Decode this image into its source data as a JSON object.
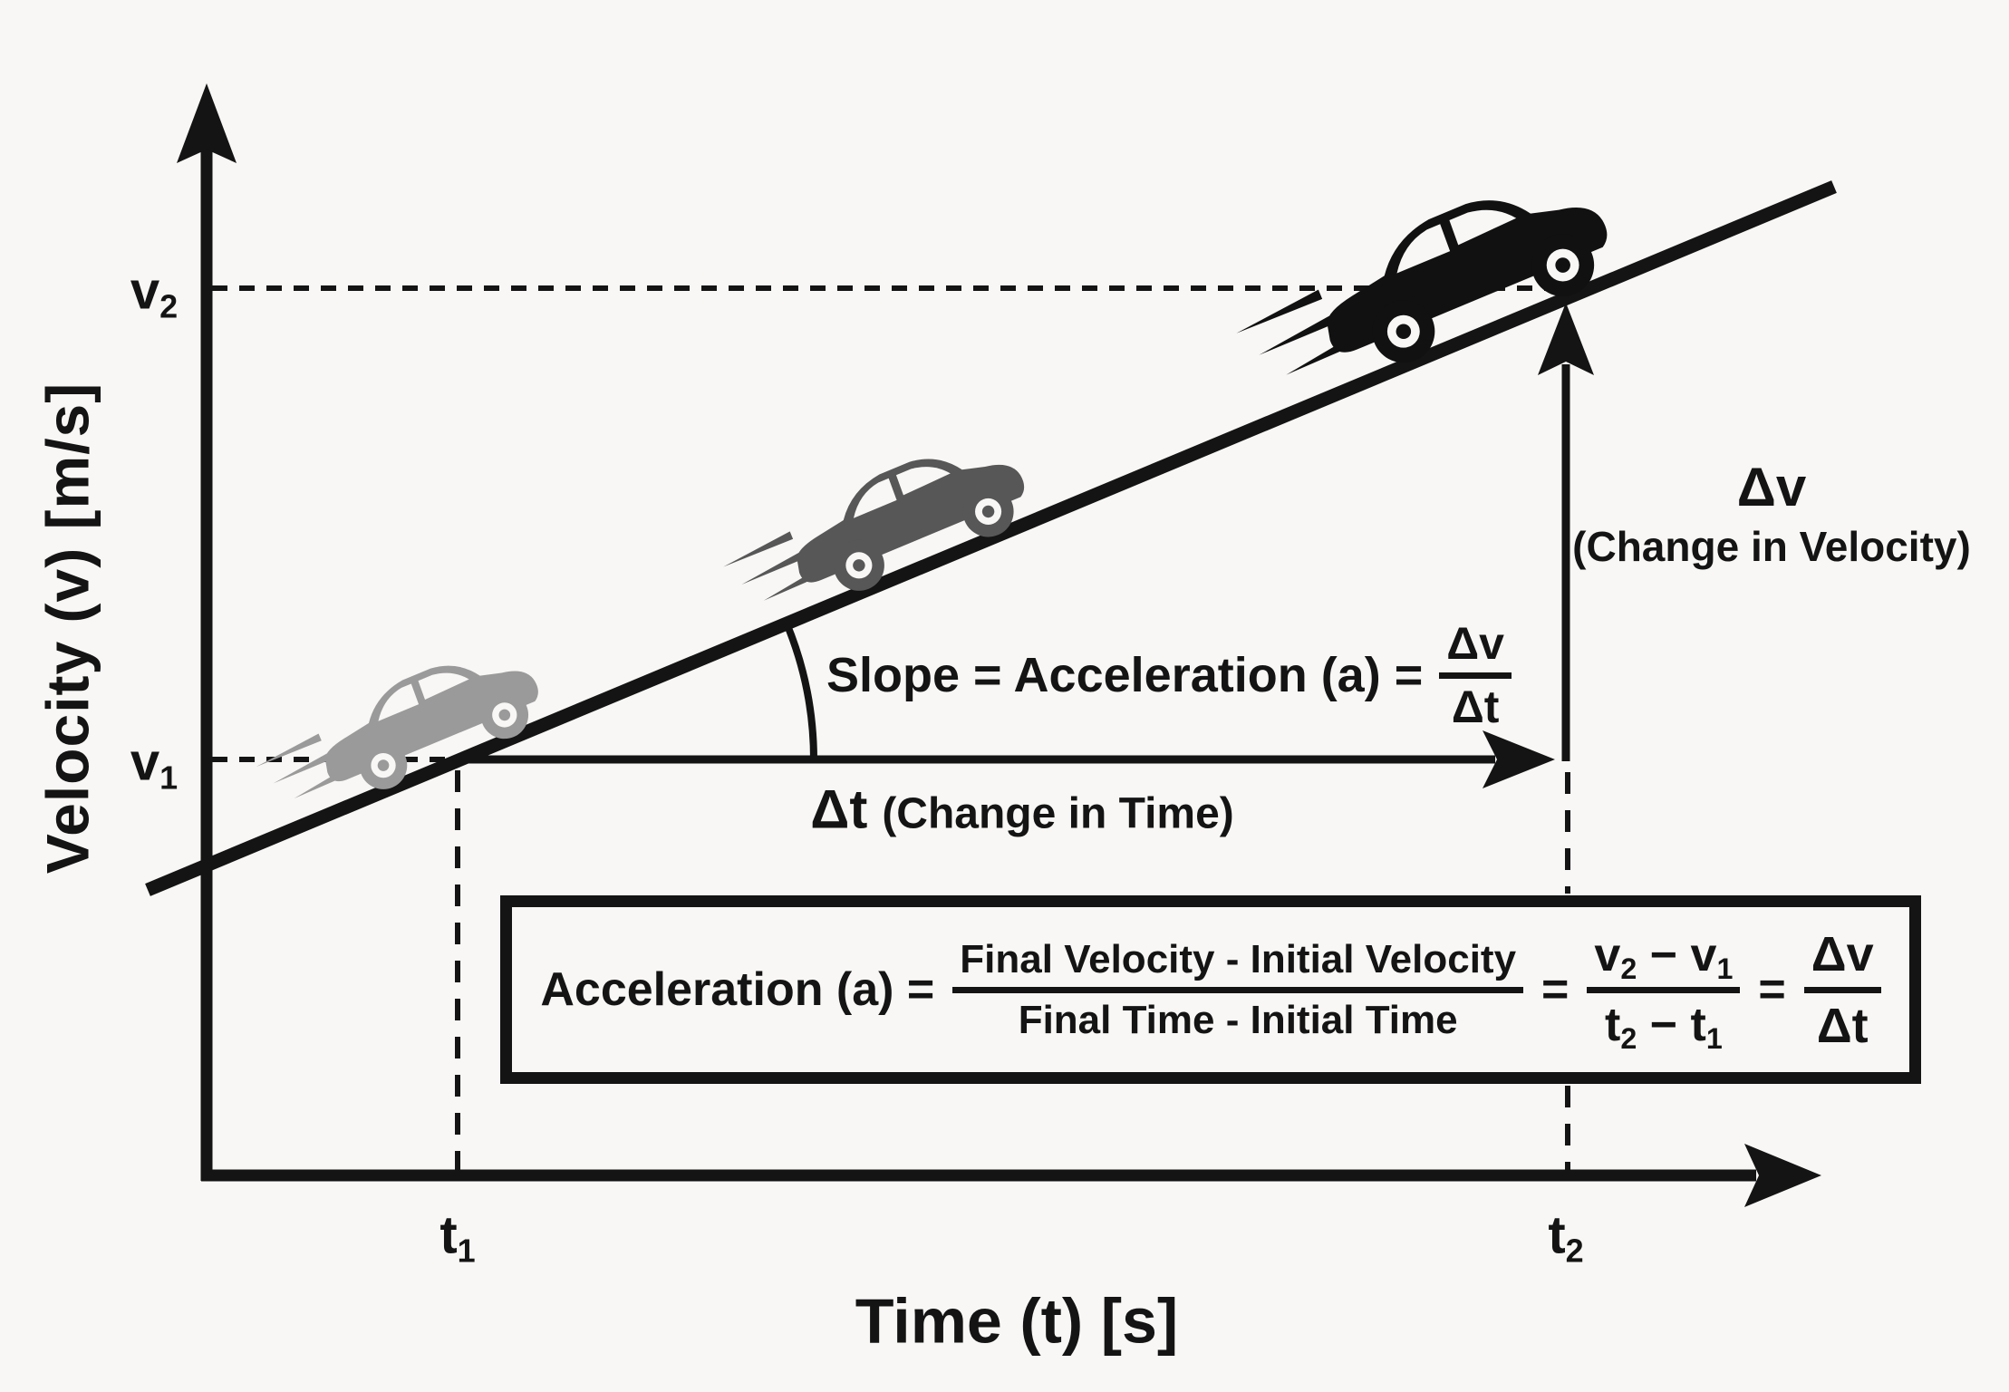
{
  "colors": {
    "ink": "#141414",
    "background": "#f8f7f5",
    "car_start": "#9a9a9a",
    "car_middle": "#575757",
    "car_end": "#111111"
  },
  "cars": [
    {
      "name": "car-start",
      "color": "#9a9a9a"
    },
    {
      "name": "car-middle",
      "color": "#575757"
    },
    {
      "name": "car-end",
      "color": "#111111"
    }
  ],
  "y_axis": {
    "label": "Velocity (v) [m/s]",
    "tick_v2": "v<sub>2</sub>",
    "tick_v1": "v<sub>1</sub>"
  },
  "x_axis": {
    "label": "Time (t) [s]",
    "tick_t1": "t<sub>1</sub>",
    "tick_t2": "t<sub>2</sub>"
  },
  "slope_annotation": {
    "text": "Slope = Acceleration (a) =",
    "fraction_numerator": "Δv",
    "fraction_denominator": "Δt"
  },
  "delta_t_label": {
    "symbol": "Δt",
    "caption": "(Change in Time)"
  },
  "delta_v_label": {
    "symbol": "Δv",
    "caption": "(Change in Velocity)"
  },
  "equation_box": {
    "lhs": "Acceleration (a) =",
    "words_fraction": {
      "numerator": "Final Velocity - Initial Velocity",
      "denominator": "Final Time - Initial Time"
    },
    "equals_1": "=",
    "symbols_fraction": {
      "numerator": "v<sub>2</sub> − v<sub>1</sub>",
      "denominator": "t<sub>2</sub> − t<sub>1</sub>"
    },
    "equals_2": "=",
    "delta_fraction": {
      "numerator": "Δv",
      "denominator": "Δt"
    }
  },
  "graph": {
    "type": "line",
    "description": "Straight velocity-time line of constant acceleration passing through (t1, v1) and (t2, v2)",
    "points": [
      {
        "t": "t1",
        "v": "v1"
      },
      {
        "t": "t2",
        "v": "v2"
      }
    ]
  }
}
